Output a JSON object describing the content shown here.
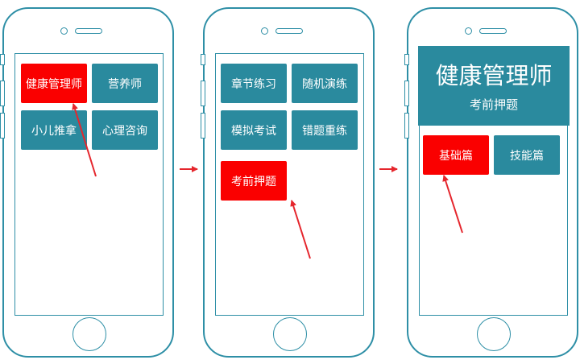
{
  "colors": {
    "accent": "#2a8a9e",
    "highlight": "#fa0000",
    "outline": "#2e8fa6",
    "arrow": "#e5262d"
  },
  "screen1": {
    "tiles": [
      "健康管理师",
      "营养师",
      "小儿推拿",
      "心理咨询"
    ]
  },
  "screen2": {
    "tiles": [
      "章节练习",
      "随机演练",
      "模拟考试",
      "错题重练",
      "考前押题"
    ]
  },
  "screen3": {
    "title": "健康管理师",
    "subtitle": "考前押题",
    "tiles": [
      "基础篇",
      "技能篇"
    ]
  }
}
